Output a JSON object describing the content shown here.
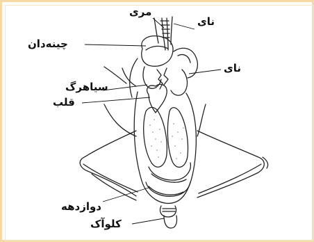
{
  "labels": {
    "trachea_top": "نای",
    "esophagus": "مری",
    "crop": "چینه‌دان",
    "trachea_right": "نای",
    "vena_cava": "سیاهرگ",
    "heart": "قلب",
    "duodenum": "دوازدهه",
    "cloaca": "کلوآک"
  },
  "colors": {
    "frame": "#f4d9a4",
    "ink": "#111111"
  }
}
